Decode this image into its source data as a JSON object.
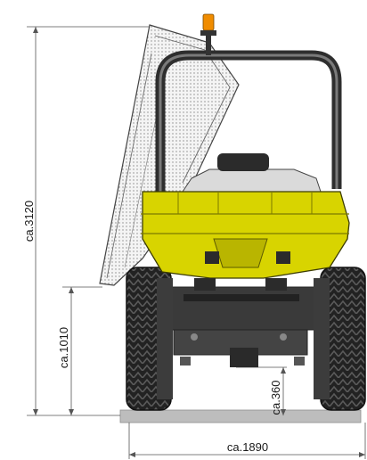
{
  "dimensions": {
    "total_height": "ca.3120",
    "discharge_height": "ca.1010",
    "ground_clearance": "ca.360",
    "total_width": "ca.1890"
  },
  "colors": {
    "skip_yellow": "#d8d400",
    "skip_yellow_dark": "#a9a400",
    "frame_dark": "#2b2b2b",
    "tire": "#1f1f1f",
    "ground": "#bdbdbd",
    "beacon": "#f08c00",
    "line": "#555555"
  }
}
